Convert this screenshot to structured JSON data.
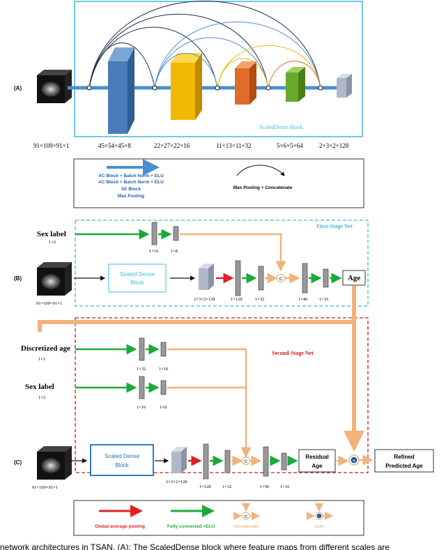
{
  "panel_a": {
    "label": "(A)",
    "block_title": "ScaledDense Block",
    "dims": [
      "91×109×91×1",
      "45×54×45×8",
      "22×27×22×16",
      "11×13×11×32",
      "5×6×5×64",
      "2×3×2×128"
    ]
  },
  "legend_a": {
    "items": [
      "AC Block + Batch Norm + ELU",
      "AC Block + Batch Norm + ELU",
      "SE Block",
      "Max Pooling"
    ],
    "arc_label": "Max Pooling + Concatenate"
  },
  "panel_b": {
    "label": "(B)",
    "net_title": "First-Stage Net",
    "sex_label": "Sex label",
    "sex_dim": "1×2",
    "input_dim": "91×109×91×1",
    "block_label": "Scaled Dense Block",
    "fc_dims_top": [
      "1×16",
      "1×8"
    ],
    "feature_dim": "2×3×2×128",
    "fc_dims": [
      "1×128",
      "1×32",
      "1×40",
      "1×16"
    ],
    "output": "Age",
    "concat_symbol": "C"
  },
  "panel_c": {
    "label": "(C)",
    "net_title": "Second-Stage Net",
    "disc_label": "Discretized age",
    "disc_dim": "1×1",
    "disc_fc_dims": [
      "1×32",
      "1×16"
    ],
    "sex_label": "Sex label",
    "sex_dim": "1×2",
    "sex_fc_dims": [
      "1×16",
      "1×8"
    ],
    "input_dim": "91×109×91×1",
    "block_label": "Scaled Dense Block",
    "feature_dim": "2×3×2×128",
    "fc_dims": [
      "1×128",
      "1×32",
      "1×56",
      "1×16"
    ],
    "residual_label": "Residual Age",
    "refined_label": "Refined Predicted Age",
    "concat_symbol": "C",
    "sum_symbol": "+"
  },
  "legend_c": {
    "gap": "Global average pooling",
    "fc": "Fully connected +ELU",
    "concat": "concatenate",
    "sum": "sum"
  },
  "caption": "network architectures in TSAN. (A): The ScaledDense block where feature maps from different scales are",
  "colors": {
    "cyan": "#3db8e0",
    "red": "#e02020",
    "green": "#1aaa3a",
    "orange": "#f2b27a",
    "navy": "#1f5fa8",
    "dashed_red": "#c42020"
  }
}
